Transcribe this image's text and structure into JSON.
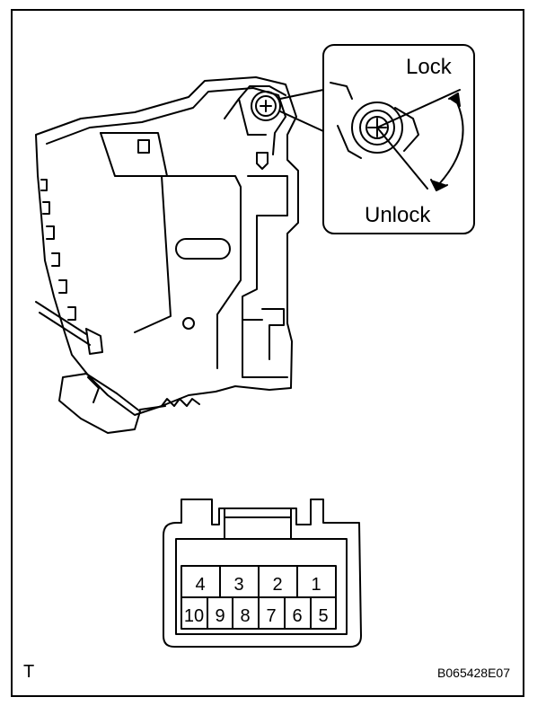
{
  "inset": {
    "lock_label": "Lock",
    "unlock_label": "Unlock"
  },
  "connector": {
    "top_row": [
      "4",
      "3",
      "2",
      "1"
    ],
    "bottom_row": [
      "10",
      "9",
      "8",
      "7",
      "6",
      "5"
    ]
  },
  "corner_mark": "T",
  "figure_code": "B065428E07"
}
